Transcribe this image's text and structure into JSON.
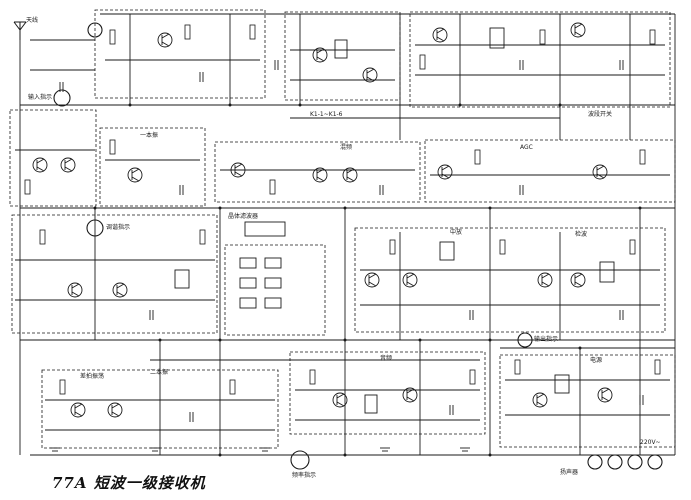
{
  "title": "77A 短波一级接收机",
  "labels": {
    "antenna": "天线",
    "input_meter": "输入指示",
    "osc1": "一本振",
    "osc2": "二本振",
    "mixer": "混频",
    "if_amp": "中放",
    "detector": "检波",
    "agc": "AGC",
    "audio": "音频",
    "power": "电源",
    "bfo": "差拍振荡",
    "xtal_filter": "晶体滤波器",
    "tuning_meter": "调谐指示",
    "speaker": "扬声器",
    "output_meter": "输出指示",
    "freq_meter": "频率指示",
    "mains": "220V~",
    "band_switch": "波段开关",
    "comment_ref": "K1-1~K1-6"
  },
  "colors": {
    "ink": "#1a1a1a",
    "paper": "#ffffff"
  }
}
